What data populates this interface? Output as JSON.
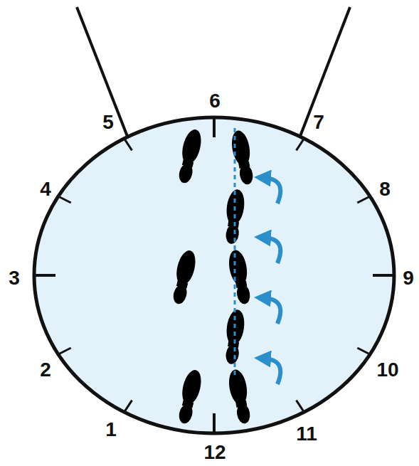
{
  "diagram": {
    "labels": [
      "6",
      "5",
      "7",
      "4",
      "8",
      "3",
      "9",
      "2",
      "10",
      "1",
      "12",
      "11"
    ]
  }
}
